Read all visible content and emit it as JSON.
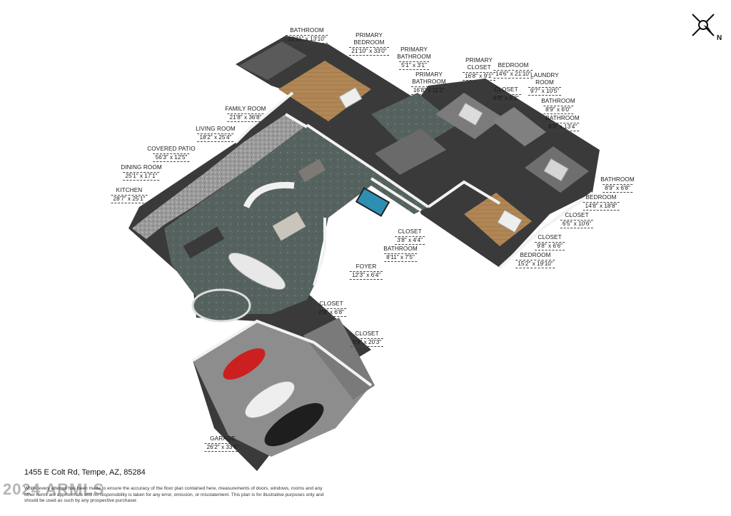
{
  "rooms": [
    {
      "id": "bathroom-1",
      "name": "BATHROOM",
      "dims": "12'11\" x 13'10\""
    },
    {
      "id": "primary-bedroom",
      "name": "PRIMARY BEDROOM",
      "dims": "21'10\" x 33'0\""
    },
    {
      "id": "primary-bathroom-1",
      "name": "PRIMARY BATHROOM",
      "dims": "5'1\" x 3'1\""
    },
    {
      "id": "primary-closet",
      "name": "PRIMARY CLOSET",
      "dims": "16'8\" x 9'1\""
    },
    {
      "id": "bedroom-1",
      "name": "BEDROOM",
      "dims": "14'6\" x 21'10\""
    },
    {
      "id": "laundry-room",
      "name": "LAUNDRY ROOM",
      "dims": "9'7\" x 10'5\""
    },
    {
      "id": "primary-bathroom-2",
      "name": "PRIMARY BATHROOM",
      "dims": "16'8\" x 11'2\""
    },
    {
      "id": "closet-1",
      "name": "CLOSET",
      "dims": "6'8\" x 5'3\""
    },
    {
      "id": "bathroom-2",
      "name": "BATHROOM",
      "dims": "8'9\" x 6'0\""
    },
    {
      "id": "bathroom-3",
      "name": "BATHROOM",
      "dims": "8'3\" x 13'4\""
    },
    {
      "id": "family-room",
      "name": "FAMILY ROOM",
      "dims": "21'8\" x 36'8\""
    },
    {
      "id": "living-room",
      "name": "LIVING ROOM",
      "dims": "18'2\" x 25'4\""
    },
    {
      "id": "covered-patio",
      "name": "COVERED PATIO",
      "dims": "56'3\" x 12'5\""
    },
    {
      "id": "dining-room",
      "name": "DINING ROOM",
      "dims": "25'1\" x 17'1\""
    },
    {
      "id": "kitchen",
      "name": "KITCHEN",
      "dims": "28'7\" x 25'1\""
    },
    {
      "id": "bathroom-4",
      "name": "BATHROOM",
      "dims": "8'9\" x 6'8\""
    },
    {
      "id": "bedroom-2",
      "name": "BEDROOM",
      "dims": "14'8\" x 18'8\""
    },
    {
      "id": "closet-2",
      "name": "CLOSET",
      "dims": "6'5\" x 10'6\""
    },
    {
      "id": "closet-3",
      "name": "CLOSET",
      "dims": "3'8\" x 4'4\""
    },
    {
      "id": "bathroom-5",
      "name": "BATHROOM",
      "dims": "8'11\" x 7'5\""
    },
    {
      "id": "closet-4",
      "name": "CLOSET",
      "dims": "9'8\" x 6'6\""
    },
    {
      "id": "bedroom-3",
      "name": "BEDROOM",
      "dims": "15'2\" x 19'10\""
    },
    {
      "id": "foyer",
      "name": "FOYER",
      "dims": "12'3\" x 6'4\""
    },
    {
      "id": "closet-5",
      "name": "CLOSET",
      "dims": "2'9\" x 6'8\""
    },
    {
      "id": "closet-6",
      "name": "CLOSET",
      "dims": "5'9\" x 20'3\""
    },
    {
      "id": "garage",
      "name": "GARAGE",
      "dims": "26'2\" x 33'6\""
    }
  ],
  "address": "1455 E Colt Rd, Tempe, AZ, 85284",
  "disclaimer": "Whilst every attempt has been made to ensure the accuracy of the floor plan contained here, measurements of doors, windows, rooms and any other items are approximate and no responsibility is taken for any error, omission, or misstatement. This plan is for illustrative purposes only and should be used as such by any prospective purchaser.",
  "watermark": "2024 ARMLS",
  "compass": {
    "label": "N",
    "icon": "compass-rose-icon"
  },
  "colors": {
    "floor_tile": "#55625f",
    "wood": "#b08655",
    "garage_floor": "#8d8d8d",
    "patio": "#9d9d9d",
    "wall": "#f4f4f4",
    "wall_shadow": "#4a4a4a"
  }
}
